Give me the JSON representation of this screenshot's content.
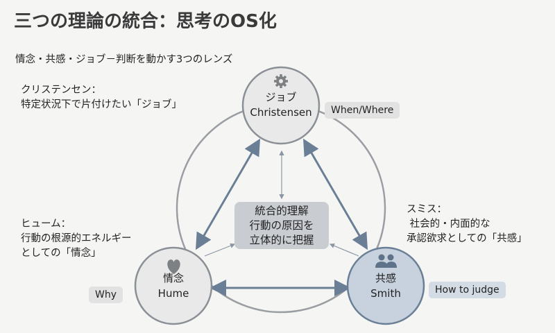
{
  "title": "三つの理論の統合：思考のOS化",
  "subtitle": "情念・共感・ジョブ－判断を動かす3つのレンズ",
  "notes": {
    "christensen": "クリステンセン：\n特定状況下で片付けたい「ジョブ」",
    "hume": "ヒューム：\n行動の根源的エネルギー\nとしての「情念」",
    "smith": "スミス：\n 社会的・内面的な\n承認欲求としての「共感」"
  },
  "nodes": {
    "job": {
      "label": "ジョブ",
      "name": "Christensen",
      "icon": "gear-icon"
    },
    "hume": {
      "label": "情念",
      "name": "Hume",
      "icon": "heart-icon"
    },
    "smith": {
      "label": "共感",
      "name": "Smith",
      "icon": "people-icon"
    }
  },
  "tags": {
    "job": "When/Where",
    "hume": "Why",
    "smith": "How to judge"
  },
  "center": [
    "統合的理解",
    "行動の原因を",
    "立体的に把握"
  ],
  "colors": {
    "arrow": "#6a7f95",
    "smith_fill": "#c7d2de",
    "node_fill": "#e9e9ea"
  }
}
